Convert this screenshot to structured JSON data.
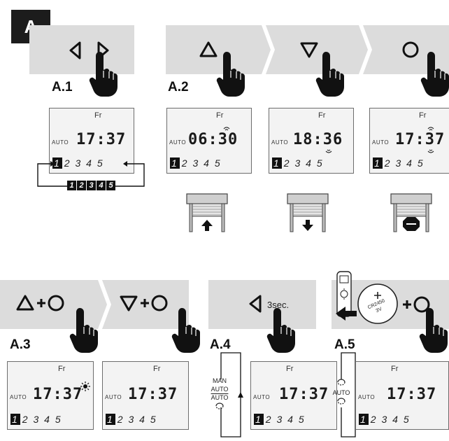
{
  "section": "A",
  "steps": {
    "a1": "A.1",
    "a2": "A.2",
    "a3": "A.3",
    "a4": "A.4",
    "a5": "A.5"
  },
  "lcd": {
    "day": "Fr",
    "mode": "AUTO",
    "time_default": "17:37",
    "time_up": "06:30",
    "time_down": "18:36",
    "days_digits": "2 3 4 5",
    "day_selected": "1"
  },
  "cycle_days": [
    "1",
    "2",
    "3",
    "4",
    "5"
  ],
  "a4": {
    "sec": "3sec.",
    "modes": [
      "MAN",
      "AUTO",
      "AUTO"
    ]
  },
  "a5": {
    "modes": [
      "AUTO"
    ],
    "battery": [
      "CR2450",
      "3V"
    ]
  },
  "icons": {
    "left_arrow": "triangle-left-outline",
    "right_arrow": "triangle-right-outline",
    "up_arrow": "triangle-up-outline",
    "down_arrow": "triangle-down-outline",
    "stop_button": "circle-outline",
    "hand": "pointing-hand",
    "shutter_up": "shutter-up",
    "shutter_down": "shutter-down",
    "shutter_stop": "shutter-stop",
    "sun": "sun",
    "antenna": "antenna"
  },
  "colors": {
    "panel": "#dcdcdc",
    "badge": "#1c1c1c",
    "lcd_border": "#6d6d6d"
  }
}
